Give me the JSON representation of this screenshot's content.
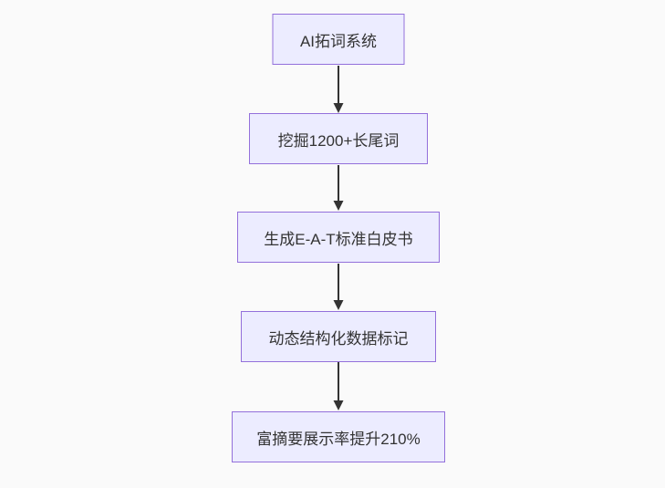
{
  "diagram": {
    "type": "flowchart",
    "direction": "top-down",
    "nodes": [
      {
        "id": "A",
        "label": "AI拓词系统"
      },
      {
        "id": "B",
        "label": "挖掘1200+长尾词"
      },
      {
        "id": "C",
        "label": "生成E-A-T标准白皮书"
      },
      {
        "id": "D",
        "label": "动态结构化数据标记"
      },
      {
        "id": "E",
        "label": "富摘要展示率提升210%"
      }
    ],
    "edges": [
      {
        "from": "A",
        "to": "B"
      },
      {
        "from": "B",
        "to": "C"
      },
      {
        "from": "C",
        "to": "D"
      },
      {
        "from": "D",
        "to": "E"
      }
    ]
  },
  "colors": {
    "background": "#fafafa",
    "node_fill": "#ECECFF",
    "node_border": "#9370DB",
    "node_text": "#333333",
    "edge": "#333333"
  }
}
